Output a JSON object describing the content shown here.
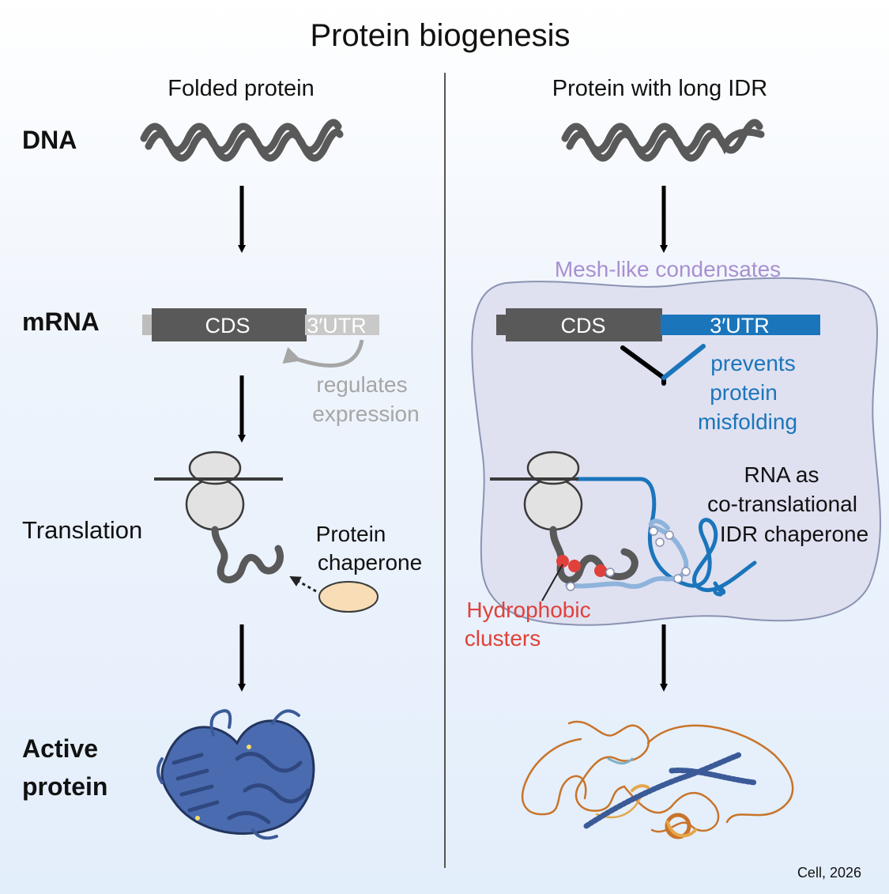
{
  "title": "Protein biogenesis",
  "left": {
    "heading": "Folded protein",
    "cds_label": "CDS",
    "utr_label": "3′UTR",
    "regulates_line1": "regulates",
    "regulates_line2": "expression",
    "chaperone_line1": "Protein",
    "chaperone_line2": "chaperone"
  },
  "right": {
    "heading": "Protein with long IDR",
    "condensate_label": "Mesh-like condensates",
    "cds_label": "CDS",
    "utr_label": "3′UTR",
    "prevents_line1": "prevents",
    "prevents_line2": "protein",
    "prevents_line3": "misfolding",
    "rna_line1": "RNA as",
    "rna_line2": "co-translational",
    "rna_line3": "IDR chaperone",
    "hydro_line1": "Hydrophobic",
    "hydro_line2": "clusters"
  },
  "rows": {
    "dna": "DNA",
    "mrna": "mRNA",
    "translation": "Translation",
    "active_line1": "Active",
    "active_line2": "protein"
  },
  "citation": "Cell, 2026",
  "colors": {
    "dark_gray": "#595959",
    "light_gray": "#bdbdbd",
    "blue": "#1b75bb",
    "light_blue": "#8fb4dc",
    "red": "#e0413a",
    "lavender_text": "#a98fd0",
    "condensate_fill": "#dfe1f1",
    "chaperone_fill": "#f8ddb6",
    "protein_blue": "#4a6bb0",
    "protein_orange": "#c8742a"
  }
}
